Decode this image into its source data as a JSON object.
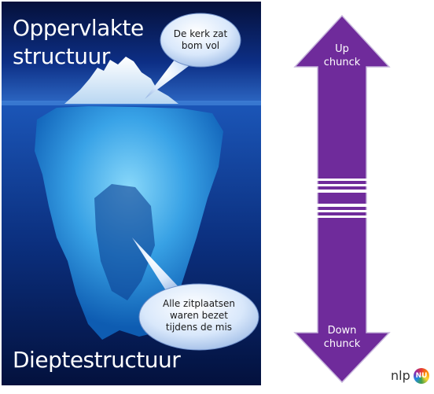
{
  "iceberg": {
    "surface_label_line1": "Oppervlakte",
    "surface_label_line2": "structuur",
    "deep_label": "Dieptestructuur",
    "bubble_top": {
      "line1": "De kerk zat",
      "line2": "bom vol"
    },
    "bubble_bottom": {
      "line1": "Alle zitplaatsen",
      "line2": "waren bezet",
      "line3": "tijdens de mis"
    }
  },
  "arrow": {
    "color": "#6f2b9b",
    "up_line1": "Up",
    "up_line2": "chunck",
    "down_line1": "Down",
    "down_line2": "chunck"
  },
  "logo": {
    "text": "nlp",
    "badge": "NU"
  }
}
